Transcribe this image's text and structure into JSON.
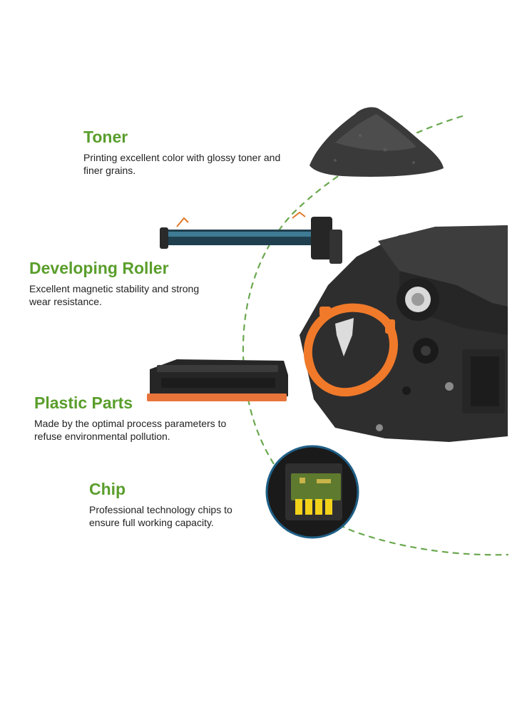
{
  "colors": {
    "accent_green": "#5a9e2c",
    "body_text": "#222222",
    "chip_ring": "#1f5f86",
    "gear_orange": "#f07a2a",
    "cartridge_black": "#2b2b2b"
  },
  "features": [
    {
      "title": "Toner",
      "desc_lines": [
        "Printing excellent color with glossy toner and",
        "finer grains."
      ],
      "image": "toner-powder"
    },
    {
      "title": "Developing Roller",
      "desc_lines": [
        "Excellent magnetic stability and strong",
        "wear resistance."
      ],
      "image": "developing-roller"
    },
    {
      "title": "Plastic Parts",
      "desc_lines": [
        "Made by the optimal process parameters to",
        "refuse environmental pollution."
      ],
      "image": "cartridge-shell"
    },
    {
      "title": "Chip",
      "desc_lines": [
        "Professional technology chips to",
        "ensure full working capacity."
      ],
      "image": "chip-closeup"
    }
  ]
}
